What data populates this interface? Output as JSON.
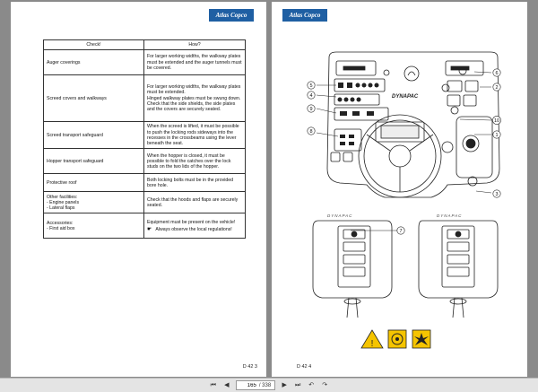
{
  "left_page": {
    "logo": "Atlas Copco",
    "table": {
      "headers": [
        "Check!",
        "How?"
      ],
      "rows": [
        {
          "check": "Auger coverings",
          "how": [
            "For larger working widths, the walkway plates must be extended and the auger tunnels must be covered."
          ]
        },
        {
          "check": "Screed covers and walkways",
          "how": [
            "For larger working widths, the walkway plates must be extended.",
            "Hinged walkway plates must be swung down.",
            "Check that the side shields, the side plates and the covers are securely seated."
          ]
        },
        {
          "check": "Screed transport safeguard",
          "how": [
            "When the screed is lifted, it must be possible to push the locking rods sideways into the recesses in the crossbeams using the lever beneath the seat."
          ]
        },
        {
          "check": "Hopper transport safeguard",
          "how": [
            "When the hopper is closed, it must be possible to fold the catches over the lock studs on the two lids of the hopper."
          ]
        },
        {
          "check": "Protective roof",
          "how": [
            "Both locking bolts must be in the provided bore hole."
          ]
        },
        {
          "check": "Other facilities:",
          "check_items": [
            "- Engine panels",
            "- Lateral flaps"
          ],
          "how": [
            "Check that the hoods and flaps are securely seated."
          ]
        },
        {
          "check": "Accessories:",
          "check_items": [
            "- First aid box"
          ],
          "how": [
            "Equipment must be present on the vehicle!"
          ],
          "note": "Always observe the local regulations!"
        }
      ]
    },
    "footer": "D 42 3"
  },
  "right_page": {
    "logo": "Atlas Copco",
    "brand": "DYNAPAC",
    "remote_brand": "DYNAPAC",
    "callouts": [
      "1",
      "2",
      "3",
      "4",
      "5",
      "6",
      "7",
      "8",
      "9",
      "10"
    ],
    "footer": "D 42 4"
  },
  "toolbar": {
    "page_current": "165",
    "page_total": "/ 338"
  },
  "colors": {
    "viewer_bg": "#8a8a8a",
    "logo_blue": "#1f5fa3",
    "warning_yellow": "#f5c400"
  }
}
